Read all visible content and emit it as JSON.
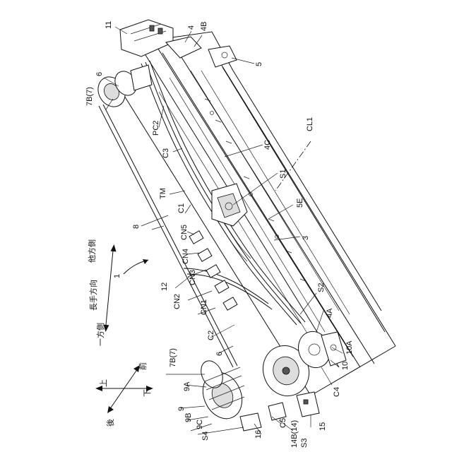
{
  "labels": {
    "n1": "1",
    "n3": "3",
    "n4": "4",
    "n4A": "4A",
    "n4B": "4B",
    "n4C": "4C",
    "n5": "5",
    "n5E": "5E",
    "n6a": "6",
    "n6b": "6",
    "n7Ba": "7B(7)",
    "n7Bb": "7B(7)",
    "n8": "8",
    "n9": "9",
    "n9A": "9A",
    "n9B": "9B",
    "n9C": "9C",
    "n10": "10",
    "n10A": "10A",
    "n11": "11",
    "n12": "12",
    "n14B": "14B(14)",
    "n15": "15",
    "n16": "16",
    "nC1": "C1",
    "nC2": "C2",
    "nC3": "C3",
    "nC4": "C4",
    "nC5": "C5",
    "nCL1": "CL1",
    "nCN1": "CN1",
    "nCN2": "CN2",
    "nCN3": "CN3",
    "nCN4": "CN4",
    "nCN5": "CN5",
    "nPC2": "PC2",
    "nS1": "S1",
    "nS2": "S2",
    "nS3": "S3",
    "nS4": "S4",
    "nTM": "TM"
  },
  "directions": {
    "longitudinal": "長手方向",
    "one_side": "一方側",
    "other_side": "他方側",
    "up": "上",
    "down": "下",
    "front": "前",
    "rear": "後"
  }
}
